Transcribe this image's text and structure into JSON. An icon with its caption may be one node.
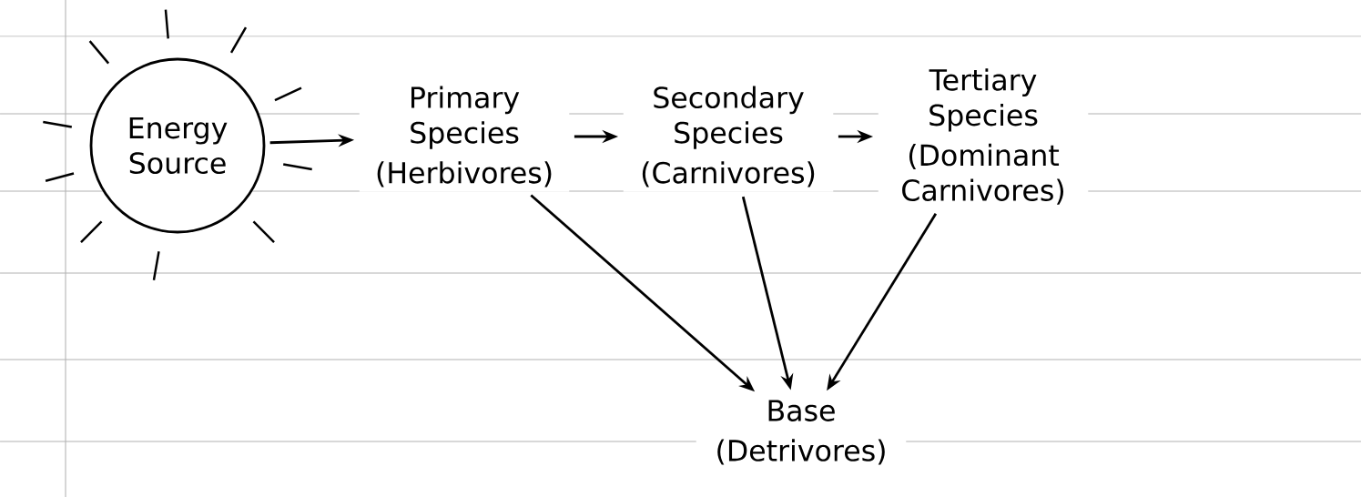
{
  "diagram": {
    "nodes": [
      {
        "text": [
          "Energy Source"
        ]
      },
      {
        "text": [
          "Primary Species",
          "(Herbivores)"
        ]
      },
      {
        "text": [
          "Secondary Species",
          "(Carnivores)"
        ]
      },
      {
        "text": [
          "Tertiary Species",
          "(Dominant Carnivores)"
        ]
      },
      {
        "text": [
          "Base",
          "(Detrivores)"
        ]
      }
    ],
    "edges": [
      {
        "from": 0,
        "to": 1,
        "arrow": "to"
      },
      {
        "from": 1,
        "to": 2,
        "arrow": "to"
      },
      {
        "from": 2,
        "to": 3,
        "arrow": "to"
      },
      {
        "from": 1,
        "to": 4,
        "arrow": "to"
      },
      {
        "from": 2,
        "to": 4,
        "arrow": "to"
      },
      {
        "from": 3,
        "to": 4,
        "arrow": "to"
      }
    ]
  }
}
